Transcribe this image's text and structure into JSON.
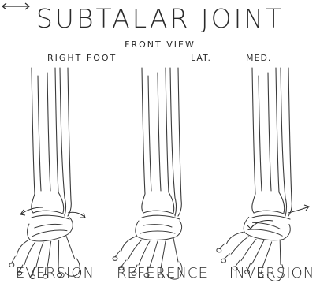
{
  "diagram": {
    "title": "SUBTALAR JOINT",
    "subtitle": "FRONT VIEW",
    "side_label": "RIGHT FOOT",
    "direction_left": "LAT.",
    "direction_right": "MED.",
    "panels": [
      {
        "caption": "EVERSION"
      },
      {
        "caption": "REFERENCE"
      },
      {
        "caption": "INVERSION"
      }
    ]
  },
  "colors": {
    "ink": "#2a2a2a",
    "background": "#ffffff"
  }
}
